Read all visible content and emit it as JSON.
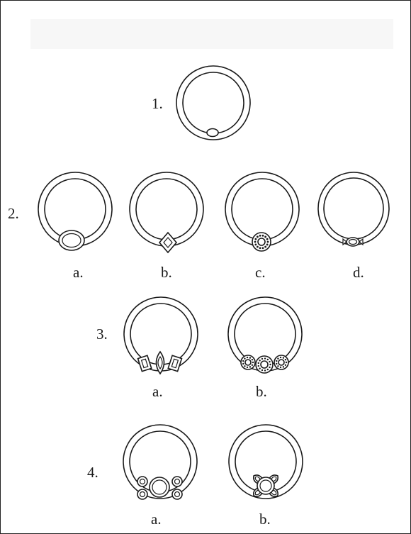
{
  "figure": {
    "groups": [
      {
        "number": "1.",
        "rings": [
          {
            "letter": "",
            "setting": "small oval bezel stone"
          }
        ]
      },
      {
        "number": "2.",
        "rings": [
          {
            "letter": "a.",
            "setting": "large oval bezel stone"
          },
          {
            "letter": "b.",
            "setting": "diamond-shape (kite) stone"
          },
          {
            "letter": "c.",
            "setting": "round stone with pavé halo"
          },
          {
            "letter": "d.",
            "setting": "small oval stone with side accents"
          }
        ]
      },
      {
        "number": "3.",
        "rings": [
          {
            "letter": "a.",
            "setting": "marquise flanked by two baguettes"
          },
          {
            "letter": "b.",
            "setting": "three round stones with pavé halos"
          }
        ]
      },
      {
        "number": "4.",
        "rings": [
          {
            "letter": "a.",
            "setting": "center round stone with four round stones"
          },
          {
            "letter": "b.",
            "setting": "center round stone with four pear petals"
          }
        ]
      }
    ]
  }
}
